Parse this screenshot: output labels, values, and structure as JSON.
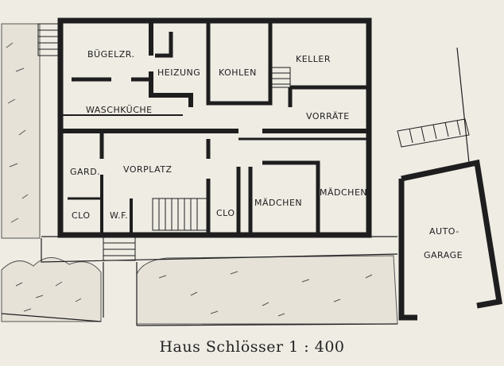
{
  "caption": "Haus Schlösser 1 : 400",
  "colors": {
    "paper": "#efece4",
    "ink": "#1e1e1e",
    "garden": "#555555"
  },
  "rooms": {
    "buegelzimmer": "BÜGELZR.",
    "heizung": "HEIZUNG",
    "kohlen": "KOHLEN",
    "keller": "KELLER",
    "waschkueche": "WASCHKÜCHE",
    "vorraete": "VORRÄTE",
    "garderobe": "GARD.",
    "vorplatz": "VORPLATZ",
    "maedchen_1": "MÄDCHEN",
    "maedchen_2": "MÄDCHEN",
    "clo_left": "CLO",
    "wc": "W.F.",
    "clo_right": "CLO",
    "auto": "AUTO-",
    "garage": "GARAGE"
  }
}
